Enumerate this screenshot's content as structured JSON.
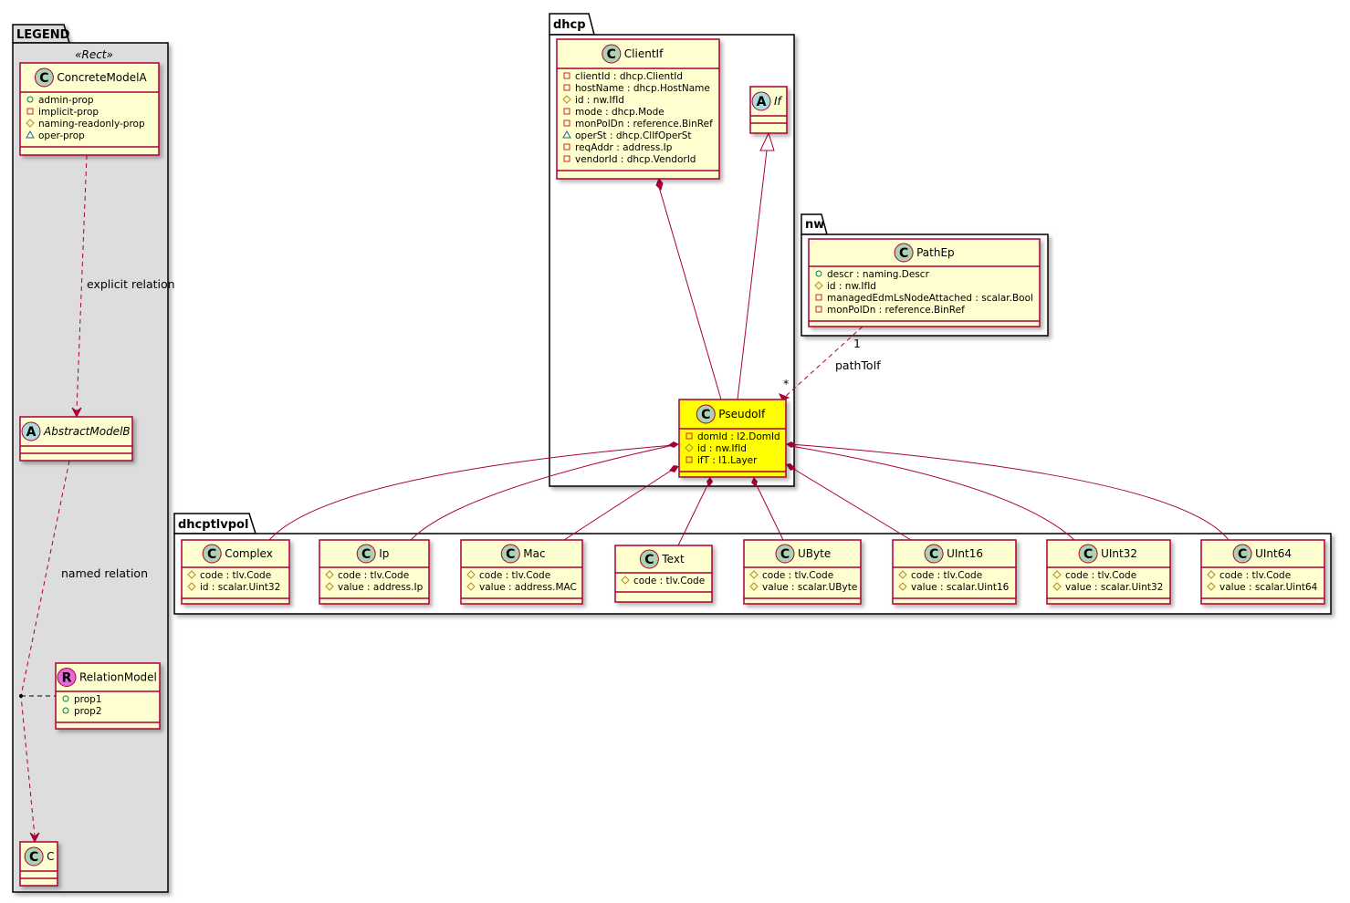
{
  "packages": {
    "legend": {
      "name": "LEGEND",
      "stereotype": "«Rect»"
    },
    "dhcp": {
      "name": "dhcp"
    },
    "nw": {
      "name": "nw"
    },
    "dhcptlvpol": {
      "name": "dhcptlvpol"
    }
  },
  "classes": {
    "ConcreteModelA": {
      "name": "ConcreteModelA",
      "kind": "C",
      "attrs": [
        [
          "+",
          "admin-prop"
        ],
        [
          "-",
          "implicit-prop"
        ],
        [
          "#",
          "naming-readonly-prop"
        ],
        [
          "~",
          "oper-prop"
        ]
      ]
    },
    "AbstractModelB": {
      "name": "AbstractModelB",
      "kind": "A",
      "italic": true,
      "attrs": []
    },
    "RelationModel": {
      "name": "RelationModel",
      "kind": "R",
      "attrs": [
        [
          "+",
          "prop1"
        ],
        [
          "+",
          "prop2"
        ]
      ]
    },
    "C": {
      "name": "C",
      "kind": "C",
      "attrs": []
    },
    "ClientIf": {
      "name": "ClientIf",
      "kind": "C",
      "attrs": [
        [
          "-",
          "clientId : dhcp.ClientId"
        ],
        [
          "-",
          "hostName : dhcp.HostName"
        ],
        [
          "#",
          "id : nw.IfId"
        ],
        [
          "-",
          "mode : dhcp.Mode"
        ],
        [
          "-",
          "monPolDn : reference.BinRef"
        ],
        [
          "~",
          "operSt : dhcp.ClIfOperSt"
        ],
        [
          "-",
          "reqAddr : address.Ip"
        ],
        [
          "-",
          "vendorId : dhcp.VendorId"
        ]
      ]
    },
    "If": {
      "name": "If",
      "kind": "A",
      "italic": true,
      "attrs": []
    },
    "PathEp": {
      "name": "PathEp",
      "kind": "C",
      "attrs": [
        [
          "+",
          "descr : naming.Descr"
        ],
        [
          "#",
          "id : nw.IfId"
        ],
        [
          "-",
          "managedEdmLsNodeAttached : scalar.Bool"
        ],
        [
          "-",
          "monPolDn : reference.BinRef"
        ]
      ]
    },
    "PseudoIf": {
      "name": "PseudoIf",
      "kind": "C",
      "highlight": true,
      "attrs": [
        [
          "-",
          "domId : l2.DomId"
        ],
        [
          "#",
          "id : nw.IfId"
        ],
        [
          "-",
          "ifT : l1.Layer"
        ]
      ]
    },
    "Complex": {
      "name": "Complex",
      "kind": "C",
      "attrs": [
        [
          "#",
          "code : tlv.Code"
        ],
        [
          "#",
          "id : scalar.Uint32"
        ]
      ]
    },
    "Ip": {
      "name": "Ip",
      "kind": "C",
      "attrs": [
        [
          "#",
          "code : tlv.Code"
        ],
        [
          "#",
          "value : address.Ip"
        ]
      ]
    },
    "Mac": {
      "name": "Mac",
      "kind": "C",
      "attrs": [
        [
          "#",
          "code : tlv.Code"
        ],
        [
          "#",
          "value : address.MAC"
        ]
      ]
    },
    "Text": {
      "name": "Text",
      "kind": "C",
      "attrs": [
        [
          "#",
          "code : tlv.Code"
        ]
      ]
    },
    "UByte": {
      "name": "UByte",
      "kind": "C",
      "attrs": [
        [
          "#",
          "code : tlv.Code"
        ],
        [
          "#",
          "value : scalar.UByte"
        ]
      ]
    },
    "UInt16": {
      "name": "UInt16",
      "kind": "C",
      "attrs": [
        [
          "#",
          "code : tlv.Code"
        ],
        [
          "#",
          "value : scalar.Uint16"
        ]
      ]
    },
    "UInt32": {
      "name": "UInt32",
      "kind": "C",
      "attrs": [
        [
          "#",
          "code : tlv.Code"
        ],
        [
          "#",
          "value : scalar.Uint32"
        ]
      ]
    },
    "UInt64": {
      "name": "UInt64",
      "kind": "C",
      "attrs": [
        [
          "#",
          "code : tlv.Code"
        ],
        [
          "#",
          "value : scalar.Uint64"
        ]
      ]
    }
  },
  "relations": {
    "explicit": "explicit relation",
    "named": "named relation",
    "pathToIf": {
      "label": "pathToIf",
      "from_mult": "1",
      "to_mult": "*"
    }
  },
  "colors": {
    "border": "#a80036",
    "fill": "#fefece",
    "highlight": "#ffff00",
    "legend_bg": "#dddddd",
    "class_icon": "#add1b2",
    "abstract_icon": "#a9dcdf",
    "relation_icon": "#e36ad8"
  }
}
